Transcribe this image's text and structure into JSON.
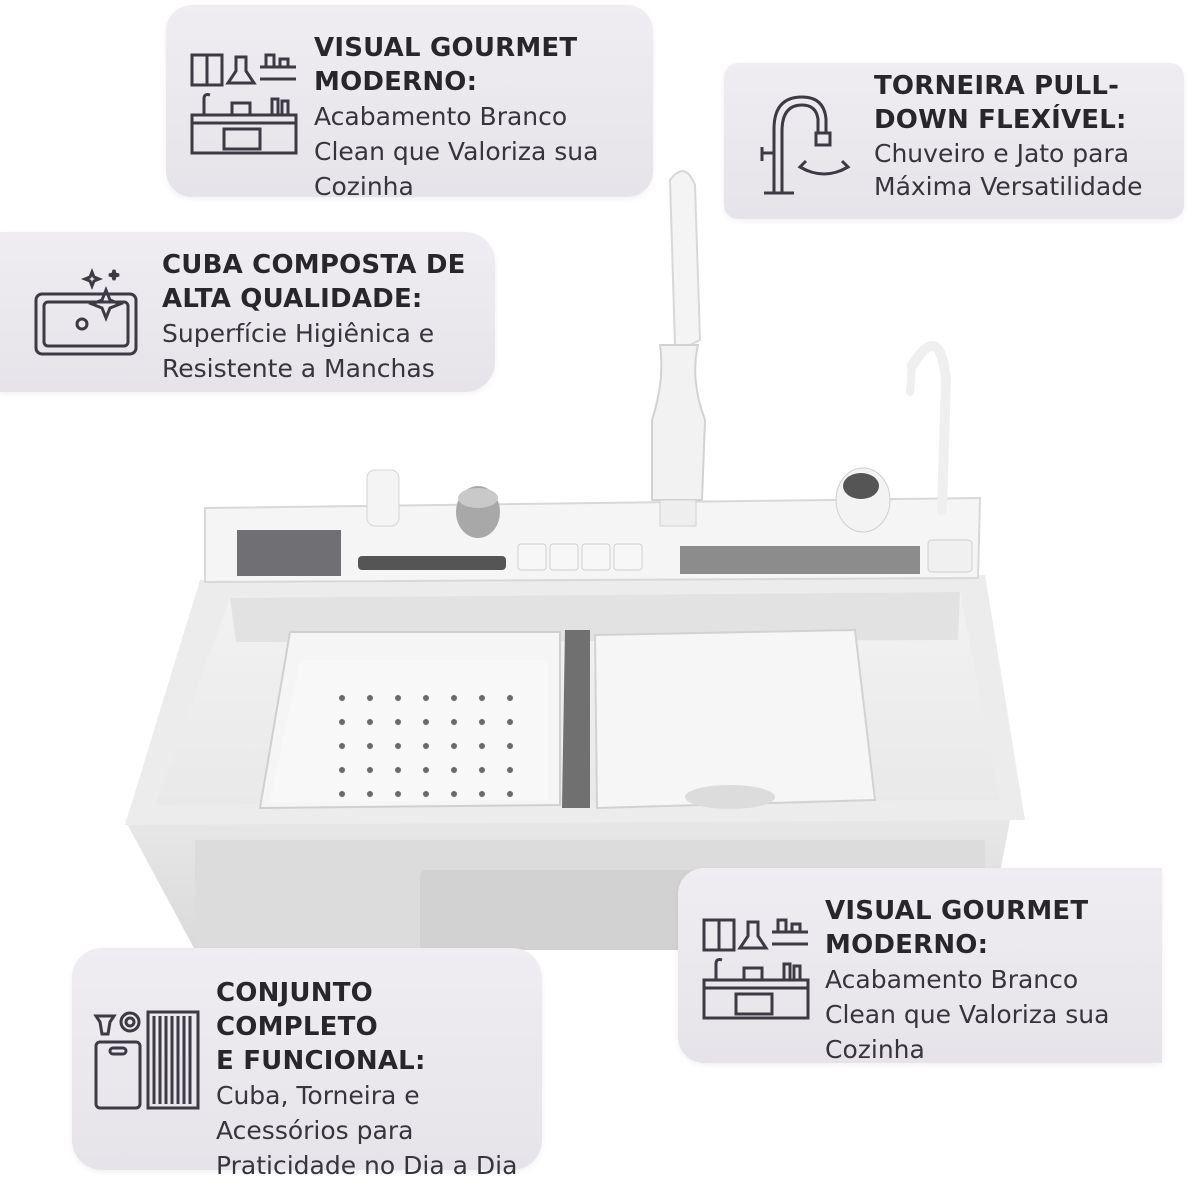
{
  "cards": [
    {
      "id": "gourmet-top",
      "icon": "kitchen-icon",
      "title_lines": [
        "VISUAL GOURMET",
        "MODERNO:"
      ],
      "desc_lines": [
        "Acabamento Branco",
        "Clean que Valoriza sua",
        "Cozinha"
      ]
    },
    {
      "id": "torneira",
      "icon": "pull-down-faucet-icon",
      "title_lines": [
        "TORNEIRA PULL-",
        "DOWN FLEXÍVEL:"
      ],
      "desc_lines": [
        "Chuveiro e Jato para",
        "Máxima Versatilidade"
      ]
    },
    {
      "id": "cuba",
      "icon": "sparkling-sink-icon",
      "title_lines": [
        "CUBA COMPOSTA DE",
        "ALTA QUALIDADE:"
      ],
      "desc_lines": [
        "Superfície Higiênica e",
        "Resistente a Manchas"
      ]
    },
    {
      "id": "conjunto",
      "icon": "accessories-icon",
      "title_lines": [
        "CONJUNTO COMPLETO",
        "E FUNCIONAL:"
      ],
      "desc_lines": [
        "Cuba, Torneira e",
        "Acessórios para",
        "Praticidade no Dia a Dia"
      ]
    },
    {
      "id": "gourmet-bottom",
      "icon": "kitchen-icon",
      "title_lines": [
        "VISUAL GOURMET",
        "MODERNO:"
      ],
      "desc_lines": [
        "Acabamento Branco",
        "Clean que Valoriza sua",
        "Cozinha"
      ]
    }
  ],
  "colors": {
    "card_bg": "#e8e6eb",
    "text": "#2f2d33",
    "icon_stroke": "#3d3a44",
    "sink_white": "#f4f4f4"
  }
}
